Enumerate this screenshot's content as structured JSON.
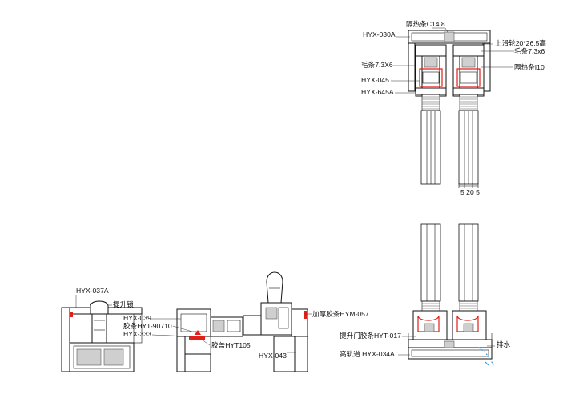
{
  "labels": {
    "top": {
      "hyx_030a": "HYX-030A",
      "thermal_c148": "隔热条C14.8",
      "upper_roller": "上滑轮20*26.5高",
      "brush_73x6_right": "毛条7.3x6",
      "brush_73x6_left": "毛条7.3X6",
      "thermal_i10": "隔热条I10",
      "hyx_045": "HYX-045",
      "hyx_645a": "HYX-645A",
      "dimension": "5 20 5"
    },
    "bottom": {
      "hyx_037a": "HYX-037A",
      "lift_lock": "提升锁",
      "hyx_039": "HYX-039",
      "gasket_hyt90710": "胶条HYT-90710",
      "hyx_333": "HYX-333",
      "cap_hyt105": "胶盖HYT105",
      "reinforced_hym057": "加厚胶条HYM-057",
      "hyx_043": "HYX-043",
      "lift_door_gasket": "提升门胶条HYT-017",
      "high_rail": "高轨道 HYX-034A",
      "drainage": "排水"
    }
  },
  "colors": {
    "line": "#111111",
    "seal_red": "#e0201a",
    "drain_blue": "#3a9ad9",
    "fill_gray": "#cfcfcf"
  }
}
